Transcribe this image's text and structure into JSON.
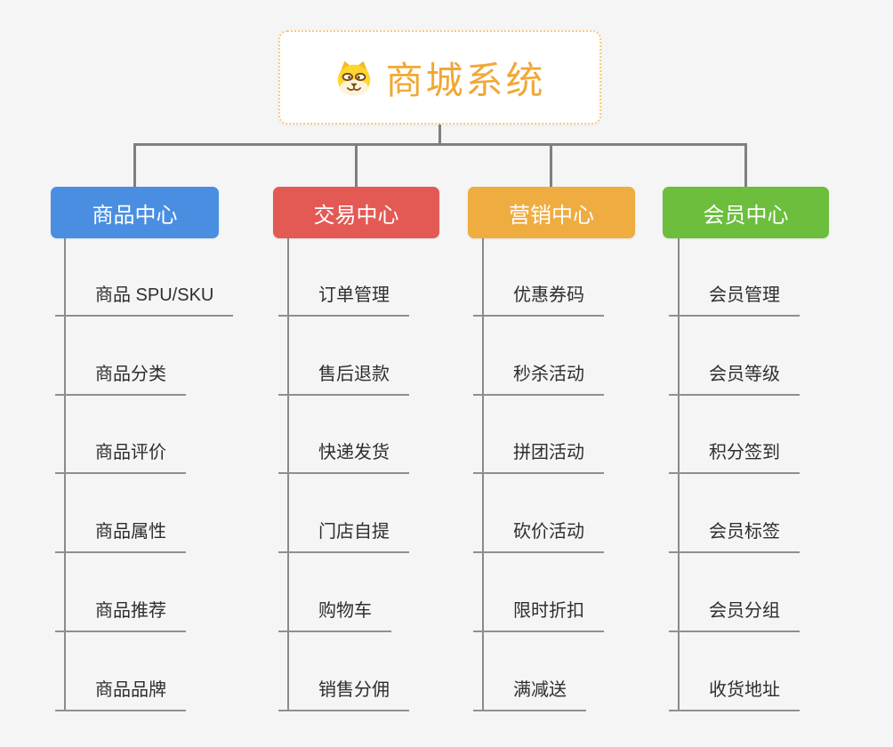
{
  "page": {
    "background_color": "#f5f5f5",
    "connector_color": "#7f7f7f"
  },
  "root": {
    "title": "商城系统",
    "icon": "dog-face-icon",
    "title_color": "#f0a836",
    "border_color": "#f8c87e"
  },
  "branches": [
    {
      "id": "product-center",
      "label": "商品中心",
      "color": "#4a8ee2",
      "children": [
        "商品 SPU/SKU",
        "商品分类",
        "商品评价",
        "商品属性",
        "商品推荐",
        "商品品牌"
      ]
    },
    {
      "id": "trade-center",
      "label": "交易中心",
      "color": "#e35a55",
      "children": [
        "订单管理",
        "售后退款",
        "快递发货",
        "门店自提",
        "购物车",
        "销售分佣"
      ]
    },
    {
      "id": "marketing-center",
      "label": "营销中心",
      "color": "#efac40",
      "children": [
        "优惠券码",
        "秒杀活动",
        "拼团活动",
        "砍价活动",
        "限时折扣",
        "满减送"
      ]
    },
    {
      "id": "member-center",
      "label": "会员中心",
      "color": "#6cbe3c",
      "children": [
        "会员管理",
        "会员等级",
        "积分签到",
        "会员标签",
        "会员分组",
        "收货地址"
      ]
    }
  ]
}
